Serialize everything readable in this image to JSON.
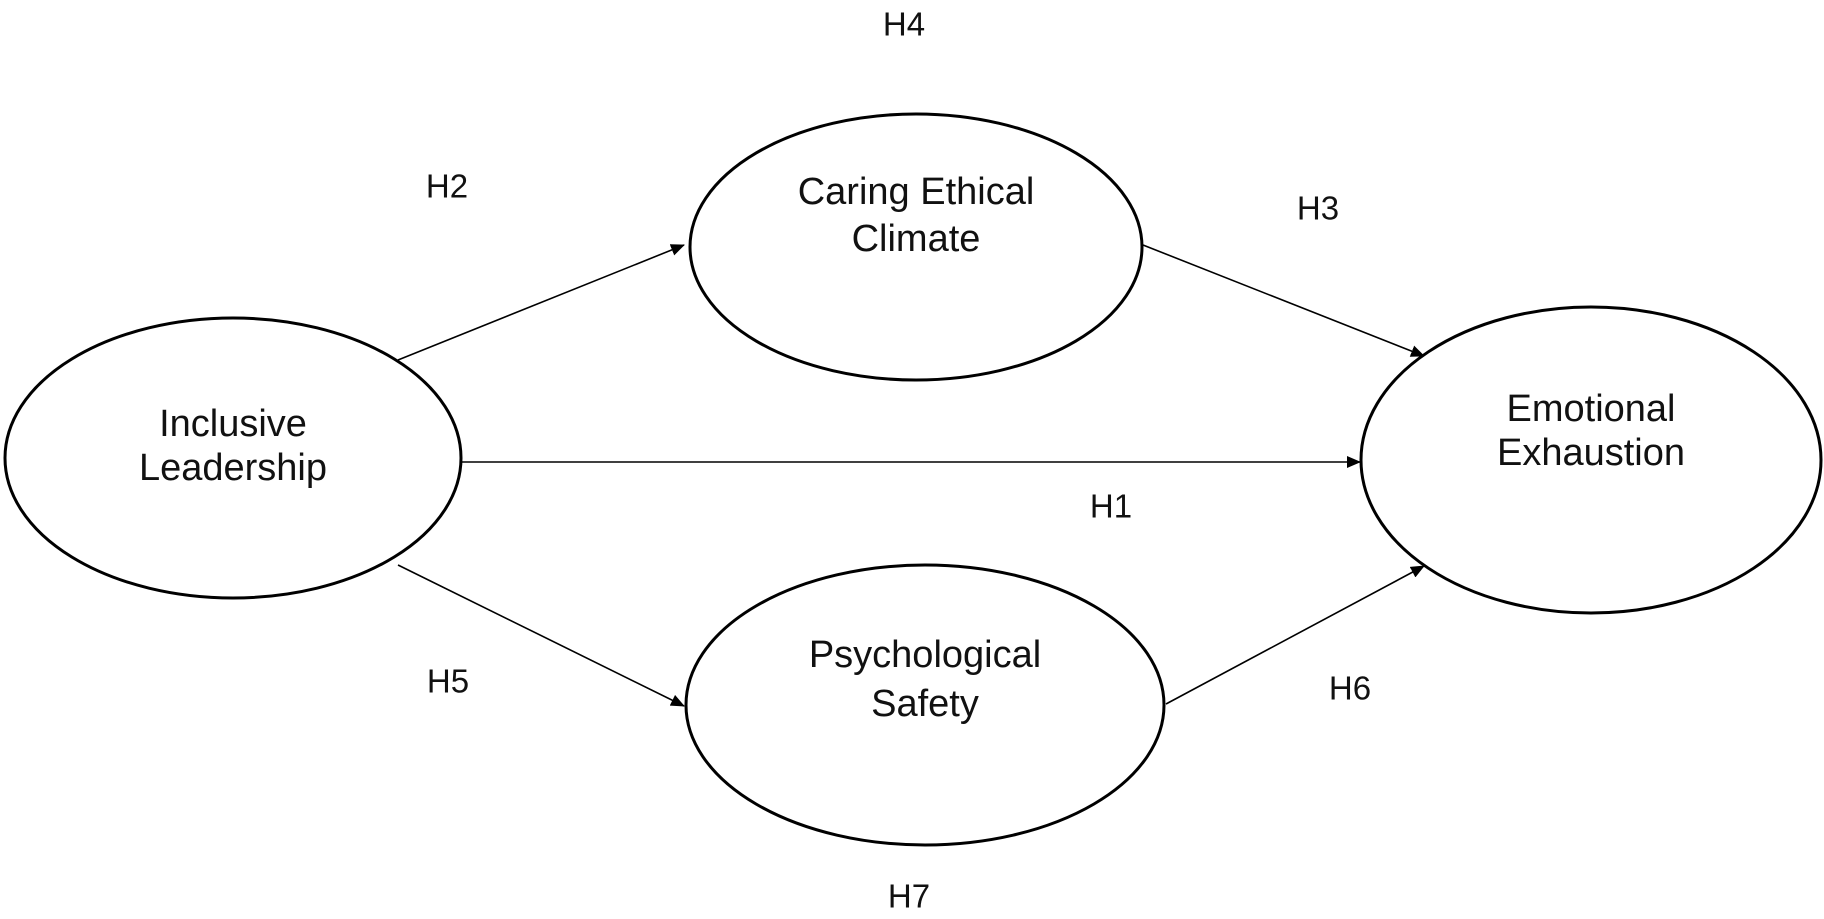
{
  "diagram": {
    "nodes": {
      "inclusive_leadership": {
        "line1": "Inclusive",
        "line2": "Leadership"
      },
      "caring_ethical_climate": {
        "line1": "Caring Ethical",
        "line2": "Climate"
      },
      "psychological_safety": {
        "line1": "Psychological",
        "line2": "Safety"
      },
      "emotional_exhaustion": {
        "line1": "Emotional",
        "line2": "Exhaustion"
      }
    },
    "edges": [
      {
        "from": "inclusive_leadership",
        "to": "caring_ethical_climate"
      },
      {
        "from": "caring_ethical_climate",
        "to": "emotional_exhaustion"
      },
      {
        "from": "inclusive_leadership",
        "to": "emotional_exhaustion"
      },
      {
        "from": "inclusive_leadership",
        "to": "psychological_safety"
      },
      {
        "from": "psychological_safety",
        "to": "emotional_exhaustion"
      }
    ],
    "hypotheses": {
      "h1": "H1",
      "h2": "H2",
      "h3": "H3",
      "h4": "H4",
      "h5": "H5",
      "h6": "H6",
      "h7": "H7"
    },
    "colors": {
      "stroke": "#000000",
      "fill": "#ffffff",
      "text": "#111111"
    }
  }
}
